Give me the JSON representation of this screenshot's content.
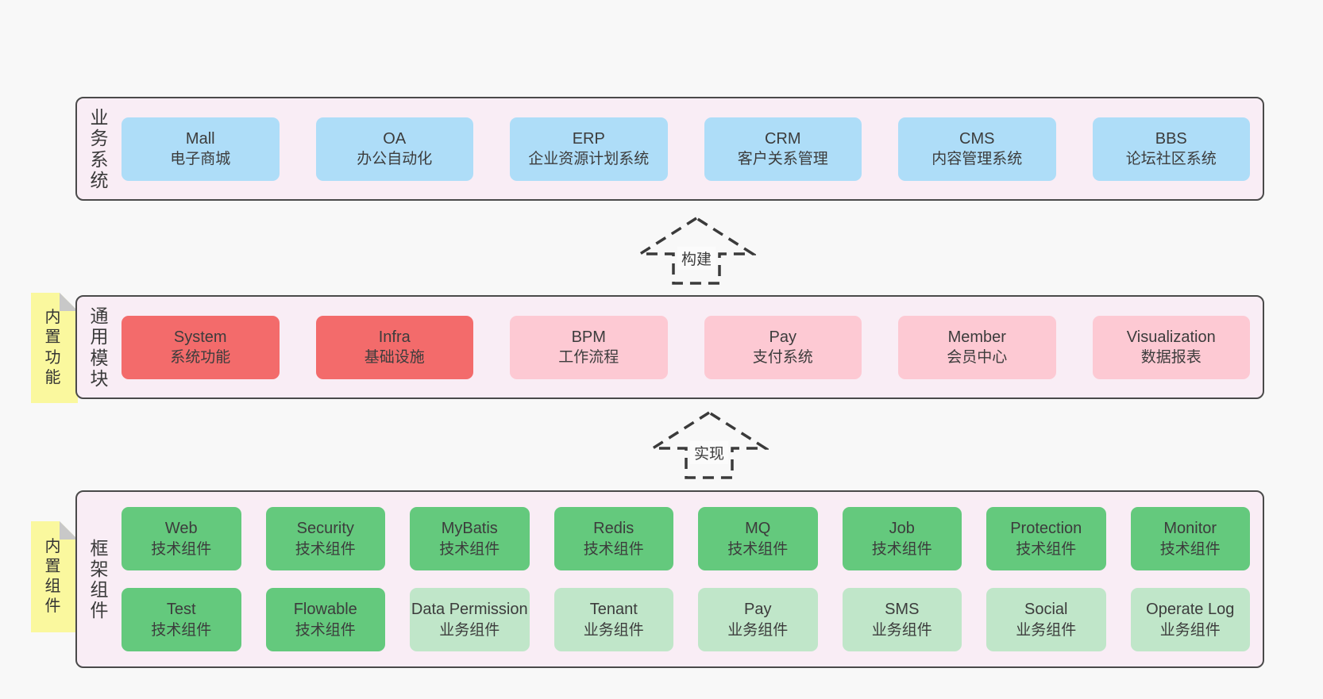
{
  "colors": {
    "page_bg": "#f8f8f8",
    "panel_bg": "#f9edf5",
    "panel_border": "#4a4a4a",
    "text": "#3c3c3c",
    "blue": "#aeddf8",
    "red": "#f36b6b",
    "pink": "#fdc9d3",
    "green": "#64c97d",
    "light_green": "#c0e6c9",
    "sticky_yellow": "#faf89e",
    "sticky_fold": "#c8c8c8"
  },
  "tabs": [
    {
      "label": "内置功能"
    },
    {
      "label": "内置组件"
    }
  ],
  "arrows": [
    {
      "label": "构建"
    },
    {
      "label": "实现"
    }
  ],
  "panels": [
    {
      "id": "business",
      "side_label": "业务系统",
      "rows": [
        [
          {
            "name": "Mall",
            "desc": "电子商城",
            "variant": "blue"
          },
          {
            "name": "OA",
            "desc": "办公自动化",
            "variant": "blue"
          },
          {
            "name": "ERP",
            "desc": "企业资源计划系统",
            "variant": "blue"
          },
          {
            "name": "CRM",
            "desc": "客户关系管理",
            "variant": "blue"
          },
          {
            "name": "CMS",
            "desc": "内容管理系统",
            "variant": "blue"
          },
          {
            "name": "BBS",
            "desc": "论坛社区系统",
            "variant": "blue"
          }
        ]
      ]
    },
    {
      "id": "modules",
      "side_label": "通用模块",
      "rows": [
        [
          {
            "name": "System",
            "desc": "系统功能",
            "variant": "red"
          },
          {
            "name": "Infra",
            "desc": "基础设施",
            "variant": "red"
          },
          {
            "name": "BPM",
            "desc": "工作流程",
            "variant": "pink"
          },
          {
            "name": "Pay",
            "desc": "支付系统",
            "variant": "pink"
          },
          {
            "name": "Member",
            "desc": "会员中心",
            "variant": "pink"
          },
          {
            "name": "Visualization",
            "desc": "数据报表",
            "variant": "pink"
          }
        ]
      ]
    },
    {
      "id": "components",
      "side_label": "框架组件",
      "rows": [
        [
          {
            "name": "Web",
            "desc": "技术组件",
            "variant": "green"
          },
          {
            "name": "Security",
            "desc": "技术组件",
            "variant": "green"
          },
          {
            "name": "MyBatis",
            "desc": "技术组件",
            "variant": "green"
          },
          {
            "name": "Redis",
            "desc": "技术组件",
            "variant": "green"
          },
          {
            "name": "MQ",
            "desc": "技术组件",
            "variant": "green"
          },
          {
            "name": "Job",
            "desc": "技术组件",
            "variant": "green"
          },
          {
            "name": "Protection",
            "desc": "技术组件",
            "variant": "green"
          },
          {
            "name": "Monitor",
            "desc": "技术组件",
            "variant": "green"
          }
        ],
        [
          {
            "name": "Test",
            "desc": "技术组件",
            "variant": "green"
          },
          {
            "name": "Flowable",
            "desc": "技术组件",
            "variant": "green"
          },
          {
            "name": "Data Permission",
            "desc": "业务组件",
            "variant": "light_green"
          },
          {
            "name": "Tenant",
            "desc": "业务组件",
            "variant": "light_green"
          },
          {
            "name": "Pay",
            "desc": "业务组件",
            "variant": "light_green"
          },
          {
            "name": "SMS",
            "desc": "业务组件",
            "variant": "light_green"
          },
          {
            "name": "Social",
            "desc": "业务组件",
            "variant": "light_green"
          },
          {
            "name": "Operate Log",
            "desc": "业务组件",
            "variant": "light_green"
          }
        ]
      ]
    }
  ]
}
